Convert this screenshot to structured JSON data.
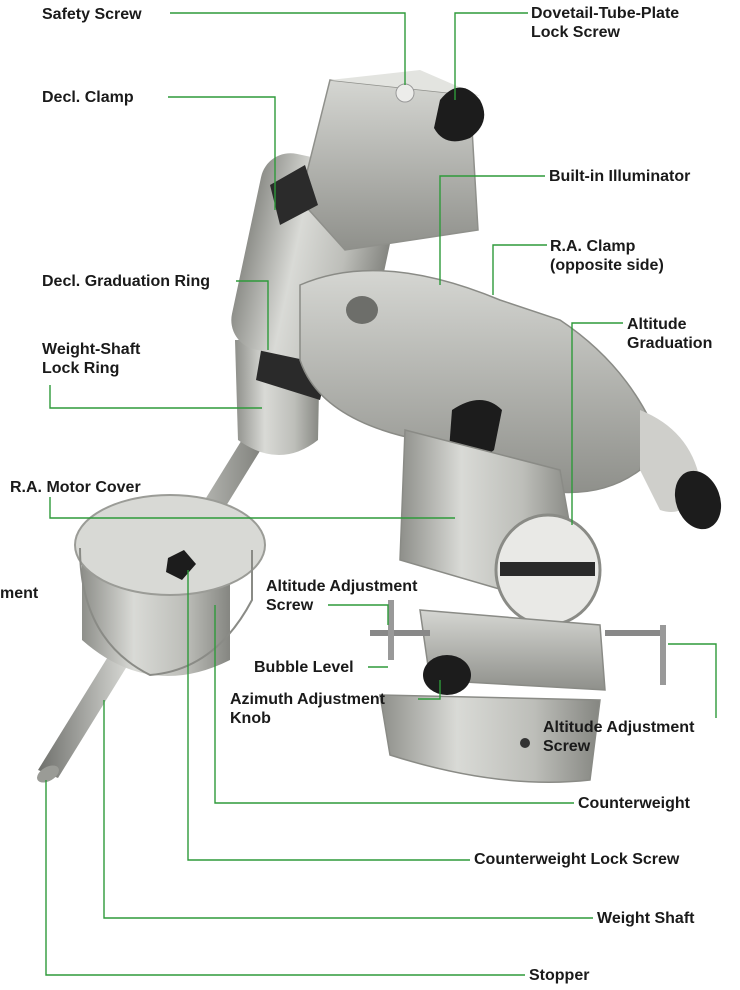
{
  "labels": {
    "safety_screw": "Safety Screw",
    "dovetail_line1": "Dovetail-Tube-Plate",
    "dovetail_line2": "Lock Screw",
    "decl_clamp": "Decl. Clamp",
    "built_in_illuminator": "Built-in Illuminator",
    "ra_clamp_line1": "R.A. Clamp",
    "ra_clamp_line2": "(opposite side)",
    "decl_graduation_ring": "Decl. Graduation Ring",
    "altitude_graduation_line1": "Altitude",
    "altitude_graduation_line2": "Graduation",
    "weight_shaft_lock_line1": "Weight-Shaft",
    "weight_shaft_lock_line2": "Lock Ring",
    "ra_motor_cover": "R.A. Motor Cover",
    "cut_off_ment": "ment",
    "altitude_adj_screw_left_line1": "Altitude Adjustment",
    "altitude_adj_screw_left_line2": "Screw",
    "bubble_level": "Bubble Level",
    "azimuth_knob_line1": "Azimuth Adjustment",
    "azimuth_knob_line2": "Knob",
    "altitude_adj_screw_right_line1": "Altitude Adjustment",
    "altitude_adj_screw_right_line2": "Screw",
    "counterweight": "Counterweight",
    "counterweight_lock_screw": "Counterweight Lock Screw",
    "weight_shaft": "Weight Shaft",
    "stopper": "Stopper"
  },
  "colors": {
    "leader": "#2e9a3a",
    "metal_light": "#cfd0cc",
    "metal_mid": "#a9aaa5",
    "metal_dark": "#7a7b77",
    "black_part": "#1c1c1c"
  }
}
